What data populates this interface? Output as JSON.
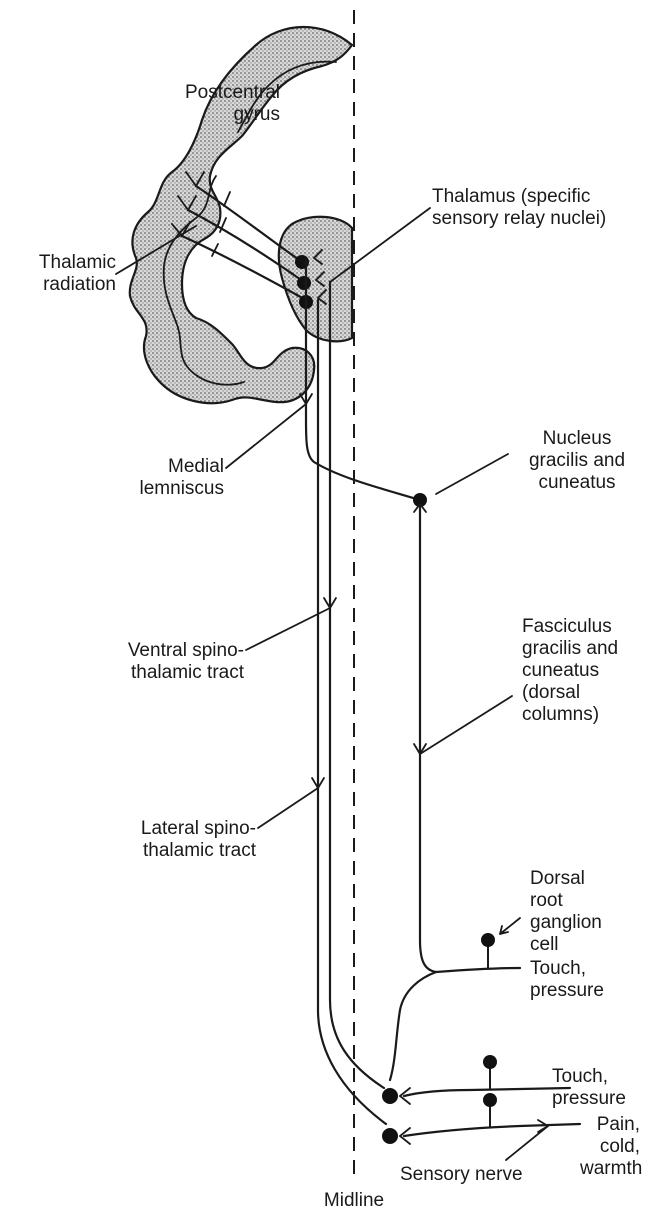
{
  "labels": {
    "postcentral_gyrus": [
      "Postcentral",
      "gyrus"
    ],
    "thalamus": [
      "Thalamus (specific",
      "sensory relay nuclei)"
    ],
    "thalamic_radiation": [
      "Thalamic",
      "radiation"
    ],
    "nucleus_gracilis": [
      "Nucleus",
      "gracilis and",
      "cuneatus"
    ],
    "medial_lemniscus": [
      "Medial",
      "lemniscus"
    ],
    "fasciculus": [
      "Fasciculus",
      "gracilis and",
      "cuneatus",
      "(dorsal",
      "columns)"
    ],
    "ventral_tract": [
      "Ventral spino-",
      "thalamic tract"
    ],
    "lateral_tract": [
      "Lateral spino-",
      "thalamic tract"
    ],
    "drg_cell": [
      "Dorsal",
      "root",
      "ganglion",
      "cell"
    ],
    "touch_pressure_1": [
      "Touch,",
      "pressure"
    ],
    "touch_pressure_2": [
      "Touch,",
      "pressure"
    ],
    "pain_cold_warmth": [
      "Pain,",
      "cold,",
      "warmth"
    ],
    "sensory_nerve": [
      "Sensory nerve"
    ],
    "midline": [
      "Midline"
    ]
  },
  "colors": {
    "ink": "#1a1a1a",
    "stipple": "#bdbdbd"
  }
}
